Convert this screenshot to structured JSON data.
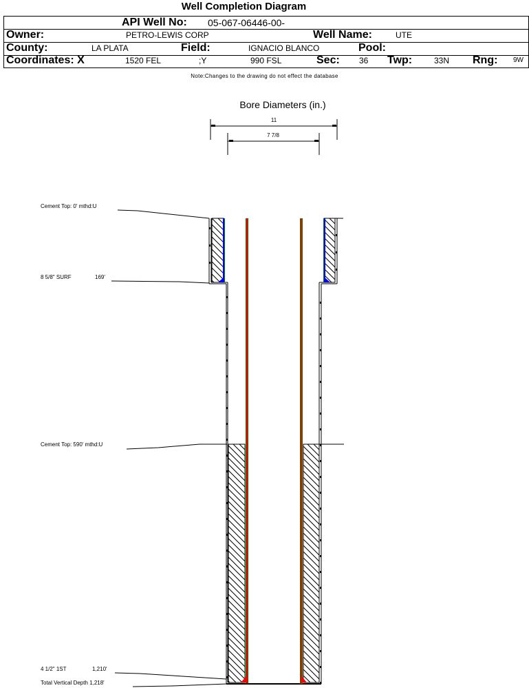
{
  "title": "Well Completion Diagram",
  "header": {
    "api_label": "API Well No:",
    "api_value": "05-067-06446-00-",
    "owner_label": "Owner:",
    "owner_value": "PETRO-LEWIS CORP",
    "well_name_label": "Well Name:",
    "well_name_value": "UTE",
    "county_label": "County:",
    "county_value": "LA PLATA",
    "field_label": "Field:",
    "field_value": "IGNACIO BLANCO",
    "pool_label": "Pool:",
    "pool_value": "",
    "coords_label": "Coordinates: X",
    "coord_x_value": "1520 FEL",
    "coord_y_label": ";Y",
    "coord_y_value": "990 FSL",
    "sec_label": "Sec:",
    "sec_value": "36",
    "twp_label": "Twp:",
    "twp_value": "33N",
    "rng_label": "Rng:",
    "rng_value": "9W"
  },
  "note": "Note:Changes to the drawing do not effect the database",
  "diagram": {
    "bore_title": "Bore Diameters (in.)",
    "bore_diameters": [
      "11",
      "7 7/8"
    ],
    "total_depth_ft": 1218,
    "labels": {
      "cement_top_1": "Cement Top: 0' mthd:U",
      "surface_casing": "8 5/8\" SURF",
      "surface_casing_depth": "169'",
      "cement_top_2": "Cement Top: 590' mthd:U",
      "production_casing": "4 1/2\" 1ST",
      "production_casing_depth": "1,210'",
      "total_depth": "Total Vertical Depth 1,218'"
    },
    "colors": {
      "casing_fill": "#ff0000",
      "casing_edge": "#008000",
      "shoe_blue": "#0000ff",
      "shoe_red": "#ff0000",
      "line": "#000000"
    }
  }
}
